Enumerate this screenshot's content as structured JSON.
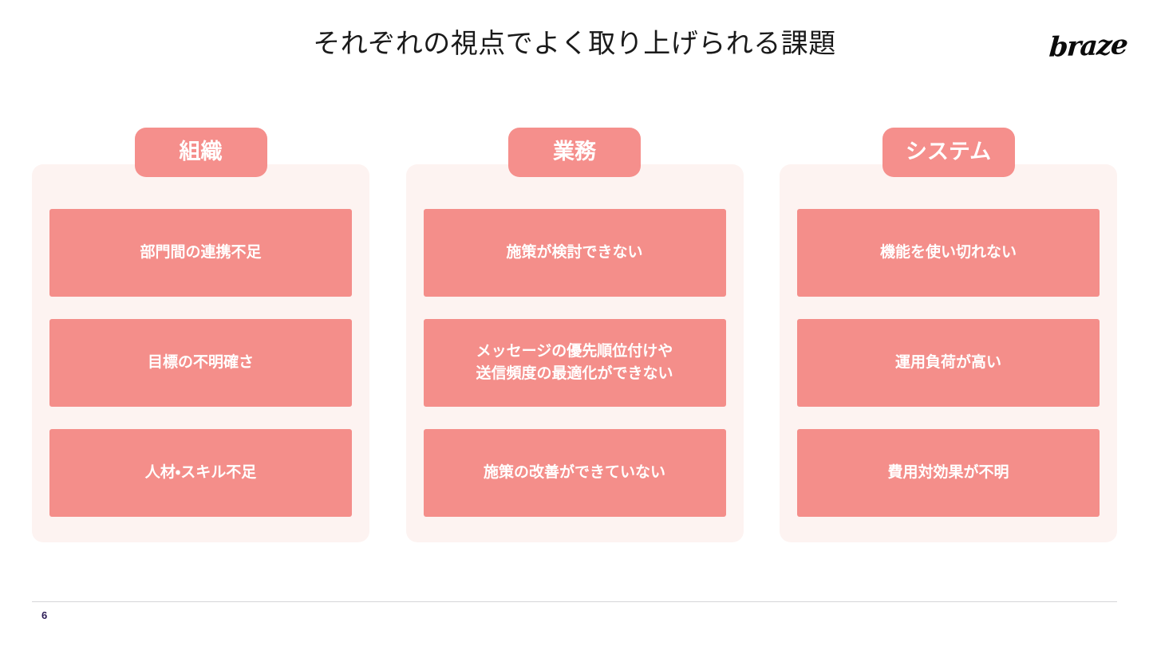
{
  "header": {
    "title": "それぞれの視点でよく取り上げられる課題",
    "logo": "braze"
  },
  "colors": {
    "accent": "#f48e8a",
    "header_pill": "#f58f8c",
    "card_background": "#fdf3f1",
    "page_background": "#ffffff",
    "title_text": "#1a1a1a",
    "item_text": "#ffffff",
    "page_number_text": "#2b1a55",
    "divider": "#d5d5d8"
  },
  "columns": [
    {
      "header": "組織",
      "items": [
        "部門間の連携不足",
        "目標の不明確さ",
        "人材・スキル不足"
      ]
    },
    {
      "header": "業務",
      "items": [
        "施策が検討できない",
        "メッセージの優先順位付けや\n送信頻度の最適化ができない",
        "施策の改善ができていない"
      ]
    },
    {
      "header": "システム",
      "items": [
        "機能を使い切れない",
        "運用負荷が高い",
        "費用対効果が不明"
      ]
    }
  ],
  "footer": {
    "page_number": "6"
  }
}
